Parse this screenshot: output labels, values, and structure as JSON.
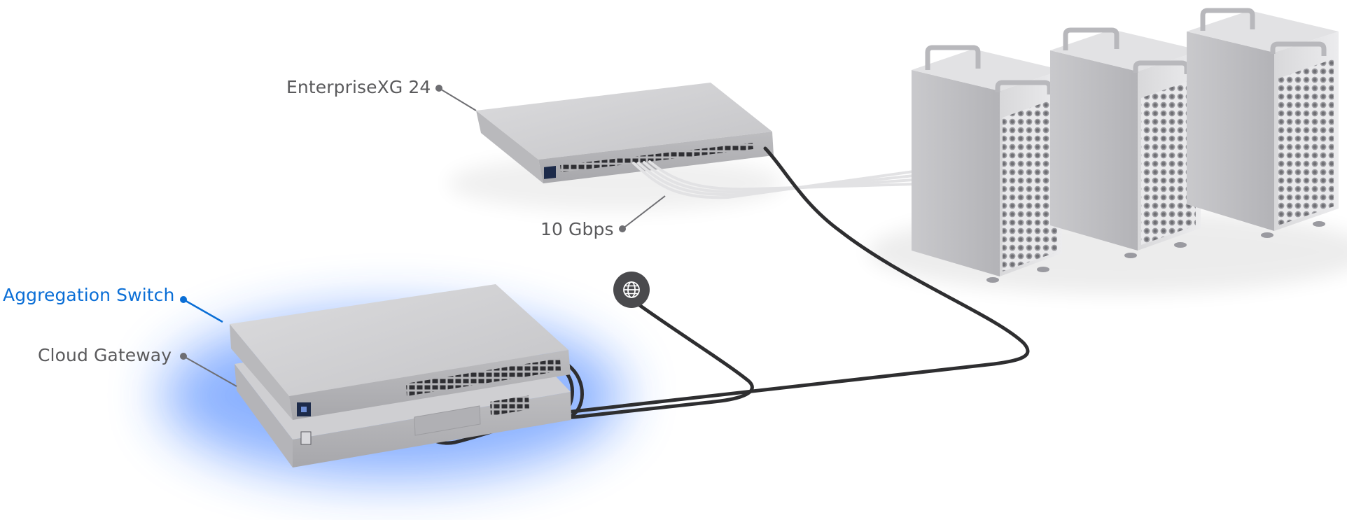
{
  "labels": {
    "enterprise": "EnterpriseXG 24",
    "speed": "10 Gbps",
    "aggregation": "Aggregation Switch",
    "cloud_gateway": "Cloud Gateway"
  },
  "icons": {
    "internet": "globe-icon"
  },
  "colors": {
    "accent": "#0a6ed6",
    "label_gray": "#5a5a5c",
    "glow": "#2f73ff",
    "cable_dark": "#2e2e30",
    "cable_light": "#eeeeee"
  }
}
